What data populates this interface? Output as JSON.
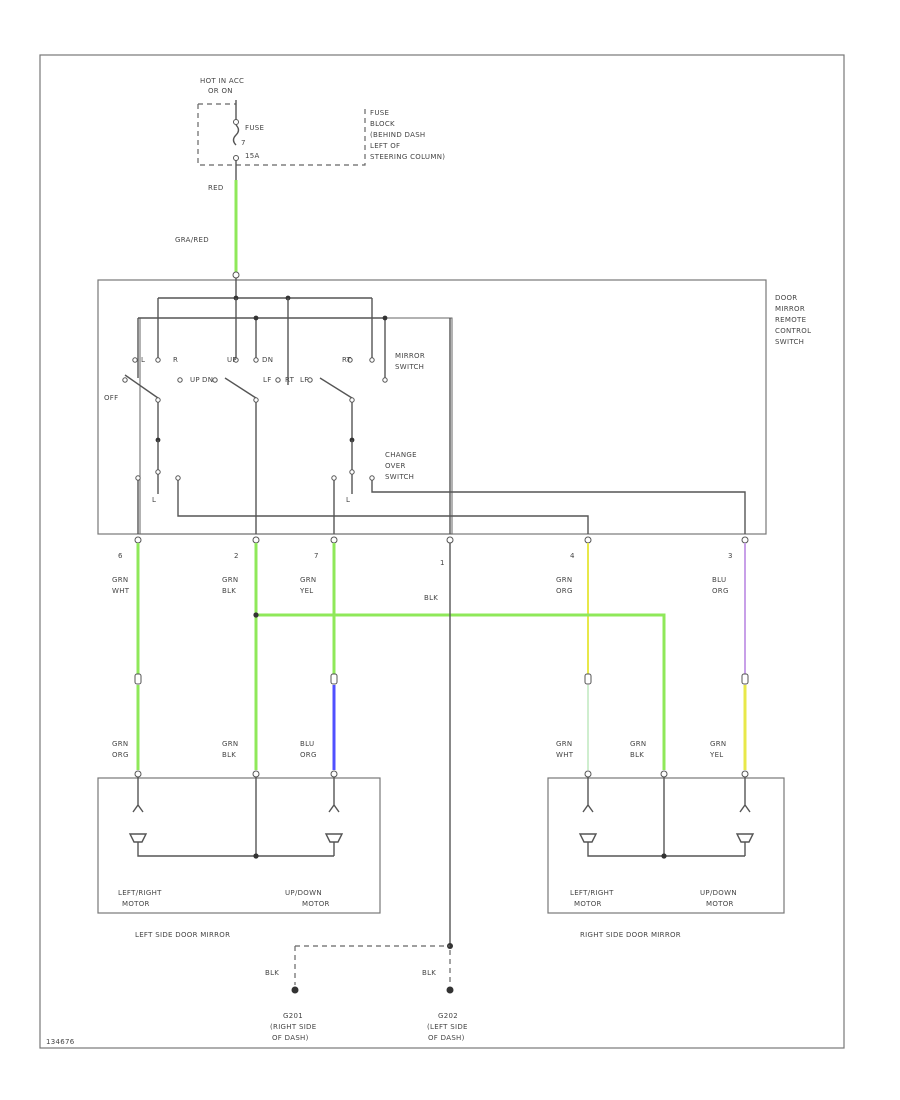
{
  "power": {
    "hot": [
      "HOT IN ACC",
      "OR ON"
    ],
    "fuse": "FUSE",
    "fuse_no": "7",
    "amps": "15A",
    "fuse_block": [
      "FUSE",
      "BLOCK",
      "(BEHIND DASH",
      "LEFT OF",
      "STEERING COLUMN)"
    ],
    "red_wire": "RED",
    "gray_red_wire": "GRA/RED"
  },
  "remote_switch": {
    "label": [
      "DOOR",
      "MIRROR",
      "REMOTE",
      "CONTROL",
      "SWITCH"
    ],
    "mirror_switch": [
      "MIRROR",
      "SWITCH"
    ],
    "change_over_switch": [
      "CHANGE",
      "OVER",
      "SWITCH"
    ],
    "positions": {
      "off": "OFF",
      "l": "L",
      "r": "R",
      "up": "UP",
      "dn": "DN",
      "lf": "LF",
      "rt": "RT"
    }
  },
  "terminals": [
    {
      "pin": "6",
      "wire": [
        "GRN",
        "WHT"
      ]
    },
    {
      "pin": "2",
      "wire": [
        "GRN",
        "BLK"
      ]
    },
    {
      "pin": "7",
      "wire": [
        "GRN",
        "YEL"
      ]
    },
    {
      "pin": "1",
      "wire": []
    },
    {
      "pin": "4",
      "wire": [
        "GRN",
        "ORG"
      ]
    },
    {
      "pin": "3",
      "wire": [
        "BLU",
        "ORG"
      ]
    }
  ],
  "blk_label": "BLK",
  "left_mirror": {
    "wires": [
      [
        "GRN",
        "ORG"
      ],
      [
        "GRN",
        "BLK"
      ],
      [
        "BLU",
        "ORG"
      ]
    ],
    "motors": [
      [
        "LEFT/RIGHT",
        "MOTOR"
      ],
      [
        "UP/DOWN",
        "MOTOR"
      ]
    ],
    "label": "LEFT SIDE DOOR MIRROR"
  },
  "right_mirror": {
    "wires": [
      [
        "GRN",
        "WHT"
      ],
      [
        "GRN",
        "BLK"
      ],
      [
        "GRN",
        "YEL"
      ]
    ],
    "motors": [
      [
        "LEFT/RIGHT",
        "MOTOR"
      ],
      [
        "UP/DOWN",
        "MOTOR"
      ]
    ],
    "label": "RIGHT SIDE DOOR MIRROR"
  },
  "grounds": [
    {
      "wire": "BLK",
      "name": [
        "G201",
        "(RIGHT SIDE",
        "OF DASH)"
      ]
    },
    {
      "wire": "BLK",
      "name": [
        "G202",
        "(LEFT SIDE",
        "OF DASH)"
      ]
    }
  ],
  "code": "134676",
  "colors": {
    "green": "#8fe85a",
    "yellow": "#e8e84a",
    "blue": "#5050ff",
    "violet": "#c8a0e8",
    "line": "#555555"
  }
}
